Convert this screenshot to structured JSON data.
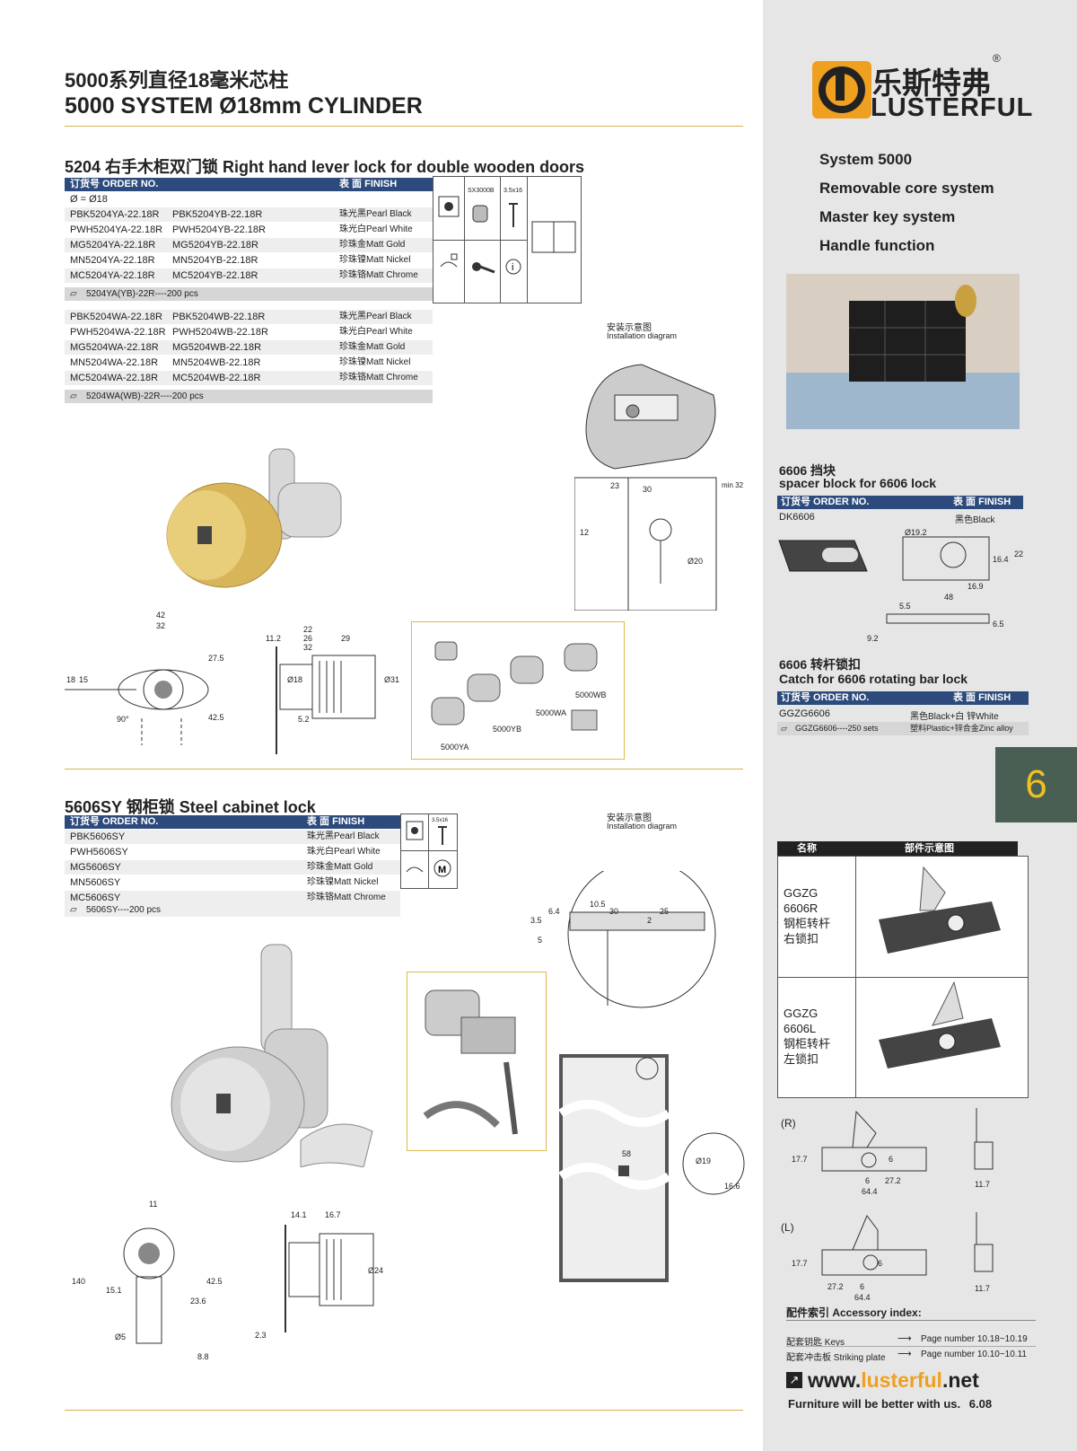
{
  "header": {
    "title_cn": "5000系列直径18毫米芯柱",
    "title_en": "5000 SYSTEM Ø18mm CYLINDER"
  },
  "section1": {
    "title": "5204 右手木柜双门锁 Right hand lever lock for double wooden doors",
    "col_order": "订货号 ORDER NO.",
    "col_finish": "表 面 FINISH",
    "diameter_row": "Ø =  Ø18",
    "rows_a": [
      {
        "a": "PBK5204YA-22.18R",
        "b": "PBK5204YB-22.18R",
        "finish": "珠光黑Pearl Black"
      },
      {
        "a": "PWH5204YA-22.18R",
        "b": "PWH5204YB-22.18R",
        "finish": "珠光白Pearl White"
      },
      {
        "a": "MG5204YA-22.18R",
        "b": "MG5204YB-22.18R",
        "finish": "珍珠金Matt Gold"
      },
      {
        "a": "MN5204YA-22.18R",
        "b": "MN5204YB-22.18R",
        "finish": "珍珠镍Matt Nickel"
      },
      {
        "a": "MC5204YA-22.18R",
        "b": "MC5204YB-22.18R",
        "finish": "珍珠铬Matt Chrome"
      }
    ],
    "pack_a": "5204YA(YB)-22R----200 pcs",
    "rows_b": [
      {
        "a": "PBK5204WA-22.18R",
        "b": "PBK5204WB-22.18R",
        "finish": "珠光黑Pearl Black"
      },
      {
        "a": "PWH5204WA-22.18R",
        "b": "PWH5204WB-22.18R",
        "finish": "珠光白Pearl White"
      },
      {
        "a": "MG5204WA-22.18R",
        "b": "MG5204WB-22.18R",
        "finish": "珍珠金Matt Gold"
      },
      {
        "a": "MN5204WA-22.18R",
        "b": "MN5204WB-22.18R",
        "finish": "珍珠镍Matt Nickel"
      },
      {
        "a": "MC5204WA-22.18R",
        "b": "MC5204WB-22.18R",
        "finish": "珍珠铬Matt Chrome"
      }
    ],
    "pack_b": "5204WA(WB)-22R----200 pcs",
    "icon_labels": [
      "SX3000B",
      "3.5x16"
    ],
    "install_cn": "安装示意图",
    "install_en": "Installation diagram",
    "dims_front": [
      "42",
      "32",
      "27.5",
      "18",
      "15",
      "90°",
      "42.5"
    ],
    "dims_side": [
      "22",
      "11.2",
      "26",
      "32",
      "29",
      "Ø18",
      "Ø31",
      "5.2"
    ],
    "dims_install": [
      "23",
      "30",
      "min 32",
      "12",
      "Ø20"
    ],
    "variants": [
      "5000WB",
      "5000WA",
      "5000YB",
      "5000YA"
    ]
  },
  "section2": {
    "title": "5606SY 钢柜锁 Steel cabinet lock",
    "col_order": "订货号 ORDER NO.",
    "col_finish": "表 面 FINISH",
    "rows": [
      {
        "a": "PBK5606SY",
        "finish": "珠光黑Pearl Black"
      },
      {
        "a": "PWH5606SY",
        "finish": "珠光白Pearl White"
      },
      {
        "a": "MG5606SY",
        "finish": "珍珠金Matt Gold"
      },
      {
        "a": "MN5606SY",
        "finish": "珍珠镍Matt Nickel"
      },
      {
        "a": "MC5606SY",
        "finish": "珍珠铬Matt Chrome"
      }
    ],
    "pack": "5606SY----200 pcs",
    "icon_label": "3.5x16",
    "install_cn": "安装示意图",
    "install_en": "Installation diagram",
    "dims_install": [
      "10.5",
      "6.4",
      "30",
      "25",
      "3.5",
      "2",
      "5",
      "58",
      "Ø19",
      "16.6"
    ],
    "dims_front": [
      "11",
      "140",
      "15.1",
      "42.5",
      "23.6",
      "Ø5",
      "8.8"
    ],
    "dims_side": [
      "14.1",
      "16.7",
      "Ø24",
      "2.3"
    ]
  },
  "sidebar": {
    "brand_cn": "乐斯特弗",
    "brand_en": "LUSTERFUL",
    "registered": "®",
    "features": [
      "System 5000",
      "Removable core system",
      "Master key system",
      "Handle function"
    ],
    "spacer_title_cn": "6606 挡块",
    "spacer_title_en": "spacer block for 6606 lock",
    "spacer_col_order": "订货号 ORDER NO.",
    "spacer_col_finish": "表 面 FINISH",
    "spacer_code": "DK6606",
    "spacer_finish": "黑色Black",
    "spacer_dims": [
      "Ø19.2",
      "16.4",
      "22",
      "16.9",
      "48",
      "5.5",
      "6.5",
      "9.2"
    ],
    "catch_title_cn": "6606 转杆锁扣",
    "catch_title_en": "Catch for 6606 rotating bar lock",
    "catch_col_order": "订货号 ORDER NO.",
    "catch_col_finish": "表 面 FINISH",
    "catch_code": "GGZG6606",
    "catch_finish": "黑色Black+白 锌White",
    "catch_pack": "GGZG6606----250 sets",
    "catch_material": "塑料Plastic+锌合金Zinc alloy",
    "chapter": "6",
    "parts_col_name": "名称",
    "parts_col_diagram": "部件示意图",
    "part_r": [
      "GGZG",
      "6606R",
      "钢柜转杆",
      "右锁扣"
    ],
    "part_l": [
      "GGZG",
      "6606L",
      "钢柜转杆",
      "左锁扣"
    ],
    "r_label": "(R)",
    "l_label": "(L)",
    "r_dims": [
      "17.7",
      "6",
      "6",
      "27.2",
      "64.4",
      "11.7"
    ],
    "l_dims": [
      "17.7",
      "6",
      "27.2",
      "6",
      "64.4",
      "11.7"
    ],
    "accessory_title": "配件索引 Accessory index:",
    "accessory_rows": [
      {
        "name": "配套钥匙 Keys",
        "page": "Page number 10.18~10.19"
      },
      {
        "name": "配套冲击板 Striking plate",
        "page": "Page number 10.10~10.11"
      }
    ],
    "website_prefix": "www.",
    "website_main": "lusterful",
    "website_suffix": ".net",
    "slogan": "Furniture will be better with us.",
    "page_no": "6.08"
  },
  "colors": {
    "header_blue": "#2c4a7c",
    "gold": "#d8b24a",
    "accent_orange": "#f0a020",
    "chapter_green": "#4a5f53",
    "chapter_yellow": "#f0c020"
  }
}
